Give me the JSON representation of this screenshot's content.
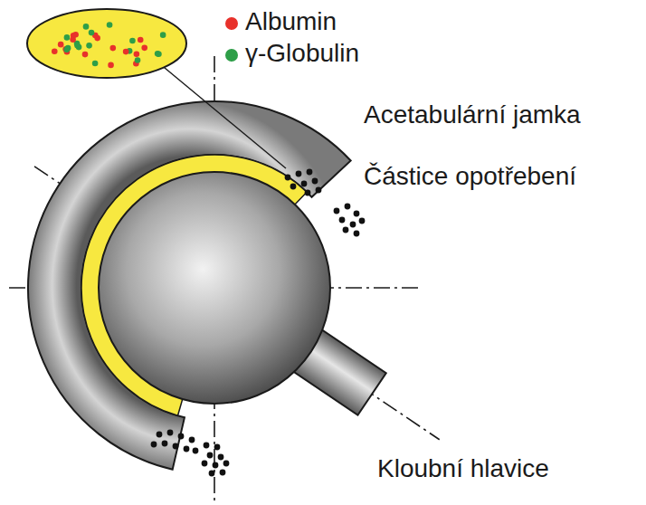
{
  "diagram": {
    "labels": [
      "Acetabulární jamka",
      "Částice opotřebení",
      "Kloubní hlavice"
    ],
    "legend": [
      {
        "text": "Albumin",
        "color": "#e8312b"
      },
      {
        "text": "γ-Globulin",
        "color": "#2e9e48"
      }
    ]
  }
}
